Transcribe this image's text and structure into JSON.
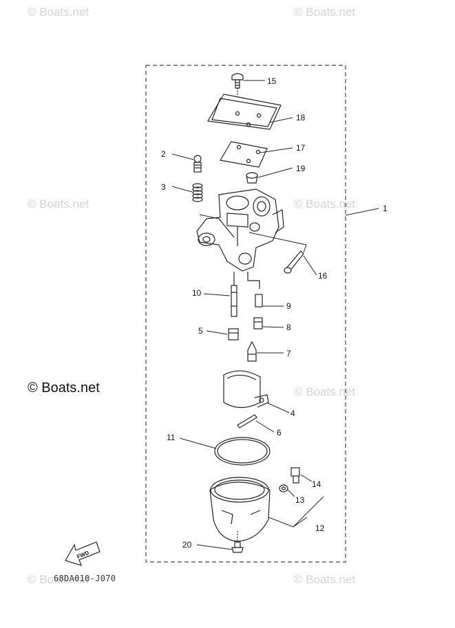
{
  "watermarks": {
    "small": "© Boats.net",
    "large": "© Boats.net"
  },
  "part_labels": [
    "1",
    "2",
    "3",
    "4",
    "5",
    "6",
    "7",
    "8",
    "9",
    "10",
    "11",
    "12",
    "13",
    "14",
    "15",
    "16",
    "17",
    "18",
    "19",
    "20"
  ],
  "figure_code": "68DA010-J070",
  "fwd_label": "FWD",
  "colors": {
    "line": "#222222",
    "frame": "#444444",
    "watermark": "#d4d4d4"
  }
}
